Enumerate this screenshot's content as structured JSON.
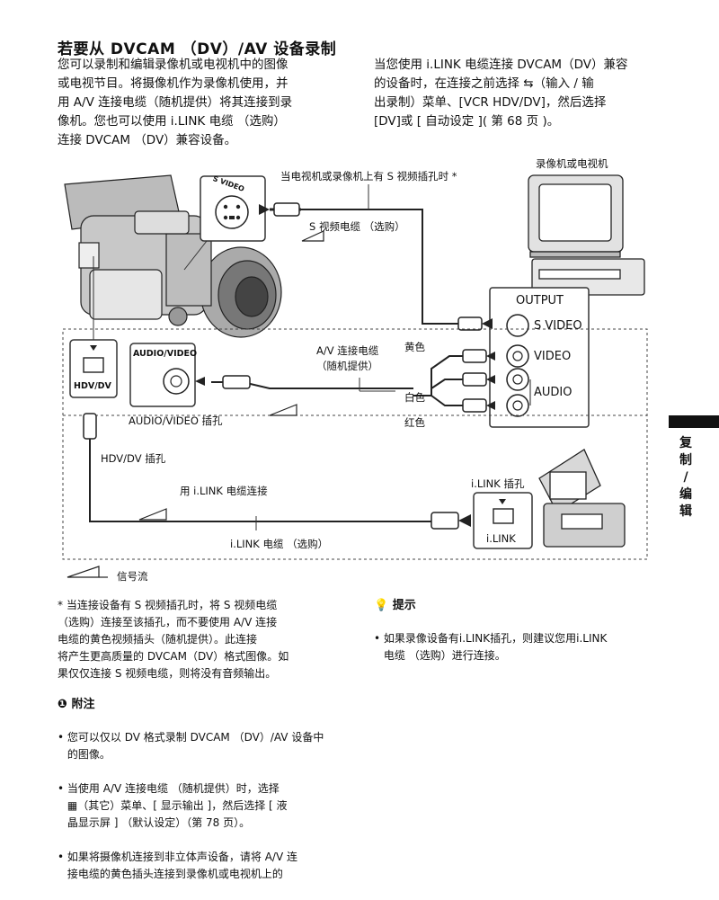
{
  "title": "若要从 DVCAM （DV）/AV 设备录制",
  "intro_left": "您可以录制和编辑录像机或电视机中的图像\n或电视节目。将摄像机作为录像机使用，并\n用 A/V 连接电缆（随机提供）将其连接到录\n像机。您也可以使用 i.LINK 电缆 （选购）\n连接 DVCAM （DV）兼容设备。",
  "intro_right": "当您使用 i.LINK 电缆连接 DVCAM（DV）兼容\n的设备时，在连接之前选择 ⇆（输入 / 输\n出录制）菜单、[VCR  HDV/DV]，然后选择\n[DV]或 [ 自动设定 ]( 第 68 页 )。",
  "diagram": {
    "svideo_note": "当电视机或录像机上有 S 视频插孔时 *",
    "vcr_tv_label": "录像机或电视机",
    "svideo_jack_label": "S VIDEO",
    "svideo_cable": "S 视频电缆 （选购）",
    "output": "OUTPUT",
    "out_svideo": "S VIDEO",
    "out_video": "VIDEO",
    "out_audio": "AUDIO",
    "av_cable_1": "A/V 连接电缆",
    "av_cable_2": "（随机提供）",
    "yellow": "黄色",
    "white": "白色",
    "red": "红色",
    "audio_video_box": "AUDIO/VIDEO",
    "audio_video_jack": "AUDIO/VIDEO 插孔",
    "hdvdv_box": "HDV/DV",
    "hdvdv_jack": "HDV/DV 插孔",
    "ilink_connect": "用 i.LINK 电缆连接",
    "ilink_jack": "i.LINK 插孔",
    "ilink_box": "i.LINK",
    "ilink_cable": "i.LINK 电缆 （选购）",
    "signal_flow": "信号流"
  },
  "footnote": "* 当连接设备有 S 视频插孔时，将 S 视频电缆\n  （选购）连接至该插孔，而不要使用 A/V 连接\n  电缆的黄色视频插头（随机提供）。此连接\n  将产生更高质量的 DVCAM（DV）格式图像。如\n  果仅仅连接 S 视频电缆，则将没有音频输出。",
  "note_title": "附注",
  "notes": [
    "您可以仅以 DV 格式录制 DVCAM （DV）/AV 设备中\n的图像。",
    "当使用 A/V 连接电缆 （随机提供）时，选择\n▦（其它）菜单、[ 显示输出 ]，然后选择 [ 液\n晶显示屏 ] （默认设定）（第 78 页）。",
    "如果将摄像机连接到非立体声设备，请将 A/V 连\n接电缆的黄色插头连接到录像机或电视机上的"
  ],
  "tip_title": "提示",
  "tips": [
    "如果录像设备有i.LINK插孔，则建议您用i.LINK\n电缆 （选购）进行连接。"
  ],
  "side_tab": "复\n制\n/\n编\n辑"
}
